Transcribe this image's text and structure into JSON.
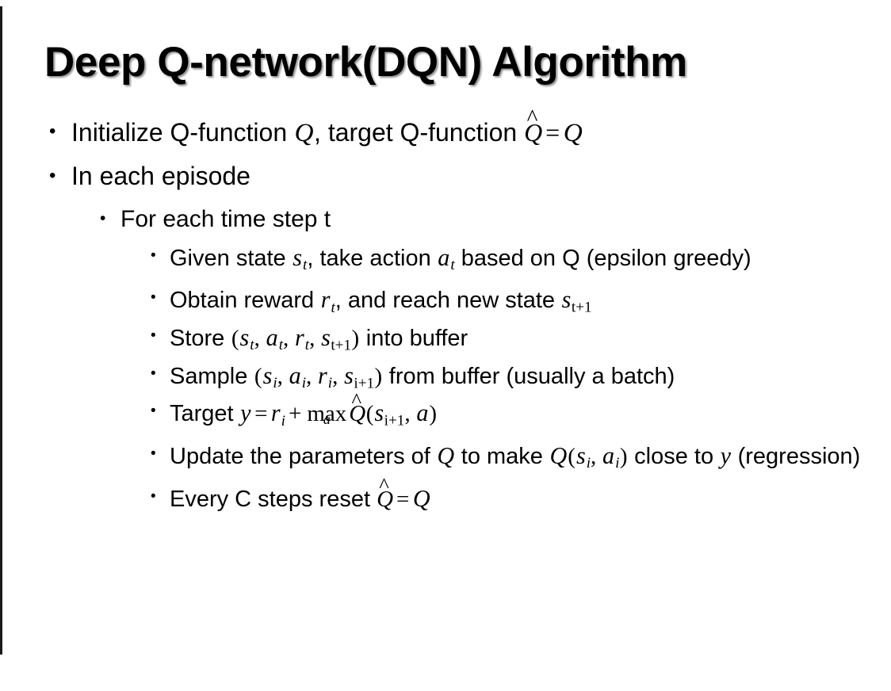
{
  "slide": {
    "title": "Deep Q-network(DQN) Algorithm",
    "background_color": "#ffffff",
    "text_color": "#000000",
    "accent_rule_color": "#1a1a1a",
    "bullet_glyph": "•"
  },
  "bullets": {
    "b1": {
      "level": 1,
      "marker": "•",
      "parts": {
        "t1": "Initialize Q-function ",
        "m1": "Q",
        "t2": ", target Q-function ",
        "m2": "Q",
        "m2_accent": "̂",
        "op1": "=",
        "m3": "Q"
      }
    },
    "b2": {
      "level": 1,
      "marker": "•",
      "text": "In each episode"
    },
    "b3": {
      "level": 2,
      "marker": "•",
      "text": "For each time step t"
    },
    "b4": {
      "level": 3,
      "marker": "•",
      "parts": {
        "t1": "Given state ",
        "m1": "s",
        "m1_sub": "t",
        "t2": ", take action ",
        "m2": "a",
        "m2_sub": "t",
        "t3": " based on Q (epsilon greedy)"
      }
    },
    "b5": {
      "level": 3,
      "marker": "•",
      "parts": {
        "t1": "Obtain reward ",
        "m1": "r",
        "m1_sub": "t",
        "t2": ", and reach new state ",
        "m2": "s",
        "m2_sub": "t+1"
      }
    },
    "b6": {
      "level": 3,
      "marker": "•",
      "parts": {
        "t1": "Store ",
        "open": "(",
        "m1": "s",
        "m1_sub": "t",
        "c1": ", ",
        "m2": "a",
        "m2_sub": "t",
        "c2": ", ",
        "m3": "r",
        "m3_sub": "t",
        "c3": ", ",
        "m4": "s",
        "m4_sub": "t+1",
        "close": ")",
        "t2": " into buffer"
      }
    },
    "b7": {
      "level": 3,
      "marker": "•",
      "parts": {
        "t1": "Sample ",
        "open": "(",
        "m1": "s",
        "m1_sub": "i",
        "c1": ", ",
        "m2": "a",
        "m2_sub": "i",
        "c2": ", ",
        "m3": "r",
        "m3_sub": "i",
        "c3": ", ",
        "m4": "s",
        "m4_sub": "i+1",
        "close": ")",
        "t2": " from buffer (usually a batch)"
      }
    },
    "b8": {
      "level": 3,
      "marker": "•",
      "parts": {
        "t1": "Target ",
        "m_y": "y",
        "op_eq": "=",
        "m_r": "r",
        "m_r_sub": "i",
        "op_plus": "+",
        "max_op": "max",
        "max_sub": "a",
        "m_q": "Q",
        "m_q_accent": "̂",
        "open": "(",
        "m_s": "s",
        "m_s_sub": "i+1",
        "c1": ", ",
        "m_a": "a",
        "close": ")"
      }
    },
    "b9": {
      "level": 3,
      "marker": "•",
      "parts": {
        "t1": "Update the parameters of ",
        "m1": "Q",
        "t2": " to make ",
        "m2": "Q",
        "open": "(",
        "m3": "s",
        "m3_sub": "i",
        "c1": ", ",
        "m4": "a",
        "m4_sub": "i",
        "close": ")",
        "t3": " close to ",
        "m5": "y",
        "t4": " (regression)"
      }
    },
    "b10": {
      "level": 3,
      "marker": "•",
      "parts": {
        "t1": "Every C steps reset ",
        "m1": "Q",
        "m1_accent": "̂",
        "op1": "=",
        "m2": "Q"
      }
    }
  }
}
